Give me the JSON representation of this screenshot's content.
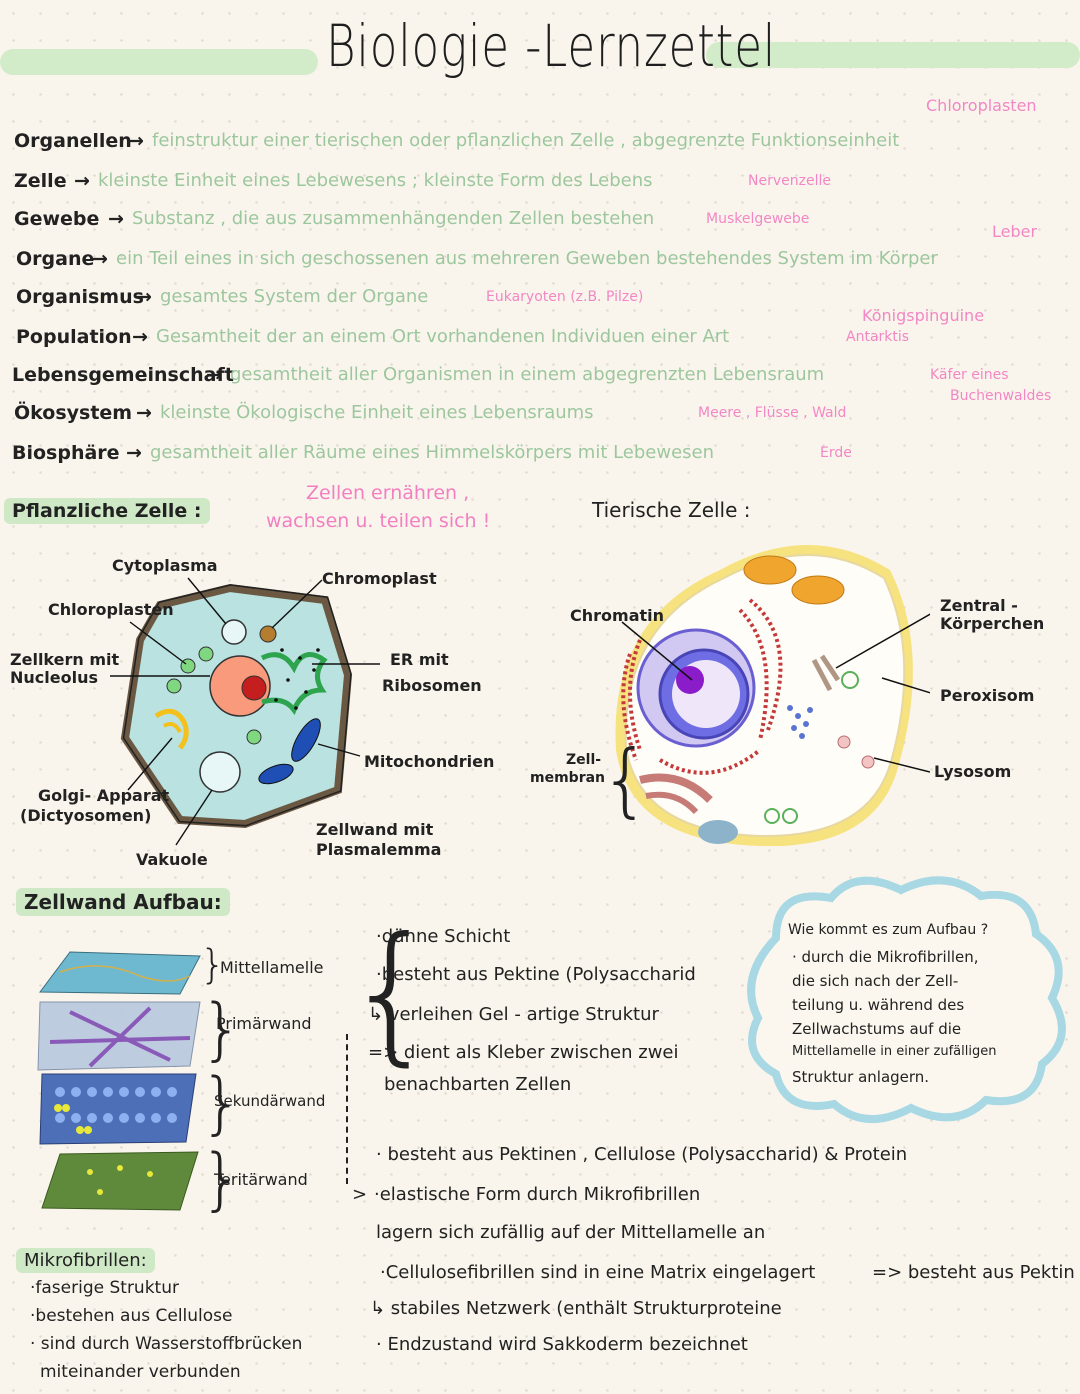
{
  "title": "Biologie -Lernzettel",
  "definitions": [
    {
      "term": "Organellen",
      "def": "feinstruktur einer tierischen oder pflanzlichen Zelle , abgegrenzte Funktionseinheit",
      "ex": ""
    },
    {
      "term": "Zelle",
      "def": "kleinste Einheit eines Lebewesens ; kleinste Form des Lebens",
      "ex": "Nervenzelle"
    },
    {
      "term": "Gewebe",
      "def": "Substanz , die aus zusammenhängenden Zellen bestehen",
      "ex": "Muskelgewebe"
    },
    {
      "term": "Organe",
      "def": "ein Teil eines in sich geschossenen aus mehreren Geweben bestehendes System im Körper",
      "ex": ""
    },
    {
      "term": "Organismus",
      "def": "gesamtes System der Organe",
      "ex": "Eukaryoten (z.B. Pilze)"
    },
    {
      "term": "Population",
      "def": "Gesamtheit der an einem Ort vorhandenen Individuen einer Art",
      "ex": "Antarktis"
    },
    {
      "term": "Lebensgemeinschaft",
      "def": "gesamtheit aller Organismen in einem abgegrenzten Lebensraum",
      "ex": "Käfer eines"
    },
    {
      "term": "Ökosystem",
      "def": "kleinste Ökologische Einheit eines Lebensraums",
      "ex": "Meere , Flüsse , Wald"
    },
    {
      "term": "Biosphäre",
      "def": "gesamtheit aller Räume eines Himmelskörpers mit Lebewesen",
      "ex": "Erde"
    }
  ],
  "side_notes": {
    "chloroplasten": "Chloroplasten",
    "leber": "Leber",
    "koenigspinguine": "Königspinguine",
    "buchenwald": "Buchenwaldes"
  },
  "plant_cell": {
    "heading": "Pflanzliche Zelle :",
    "note_line1": "Zellen ernähren ,",
    "note_line2": "wachsen u. teilen sich !",
    "labels": {
      "cytoplasma": "Cytoplasma",
      "chromoplast": "Chromoplast",
      "chloroplasten": "Chloroplasten",
      "zellkern1": "Zellkern mit",
      "zellkern2": "Nucleolus",
      "er1": "ER mit",
      "er2": "Ribosomen",
      "mito": "Mitochondrien",
      "golgi1": "Golgi- Apparat",
      "golgi2": "(Dictyosomen)",
      "vakuole": "Vakuole",
      "zellwand1": "Zellwand mit",
      "zellwand2": "Plasmalemma"
    }
  },
  "animal_cell": {
    "heading": "Tierische Zelle :",
    "labels": {
      "chromatin": "Chromatin",
      "zentral1": "Zentral -",
      "zentral2": "Körperchen",
      "peroxisom": "Peroxisom",
      "lysosom": "Lysosom",
      "membran1": "Zell-",
      "membran2": "membran"
    }
  },
  "cell_wall": {
    "heading": "Zellwand Aufbau:",
    "layers": [
      "Mittellamelle",
      "Primärwand",
      "Sekundärwand",
      "Teritärwand"
    ],
    "middle_notes": [
      "·dünne Schicht",
      "·besteht aus Pektine (Polysaccharid",
      "↳ verleihen Gel - artige Struktur",
      "=> dient als Kleber zwischen zwei",
      "benachbarten Zellen"
    ],
    "primary_notes": [
      "· besteht aus Pektinen , Cellulose (Polysaccharid) & Protein",
      "·elastische Form durch Mikrofibrillen",
      "lagern sich zufällig auf der Mittellamelle an",
      "·Cellulosefibrillen sind in eine Matrix eingelagert",
      "=> besteht aus Pektin",
      "↳ stabiles Netzwerk (enthält Strukturproteine",
      "· Endzustand wird Sakkoderm bezeichnet"
    ],
    "arrow_gt": ">"
  },
  "cloud": {
    "question": "Wie kommt es zum Aufbau ?",
    "lines": [
      "· durch die Mikrofibrillen,",
      "die sich nach der Zell-",
      "teilung u. während des",
      "Zellwachstums auf die",
      "Mittellamelle in einer zufälligen",
      "Struktur anlagern."
    ]
  },
  "mikrofibrillen": {
    "heading": "Mikrofibrillen:",
    "lines": [
      "·faserige Struktur",
      "·bestehen aus Cellulose",
      "· sind durch Wasserstoffbrücken",
      "miteinander verbunden"
    ]
  }
}
